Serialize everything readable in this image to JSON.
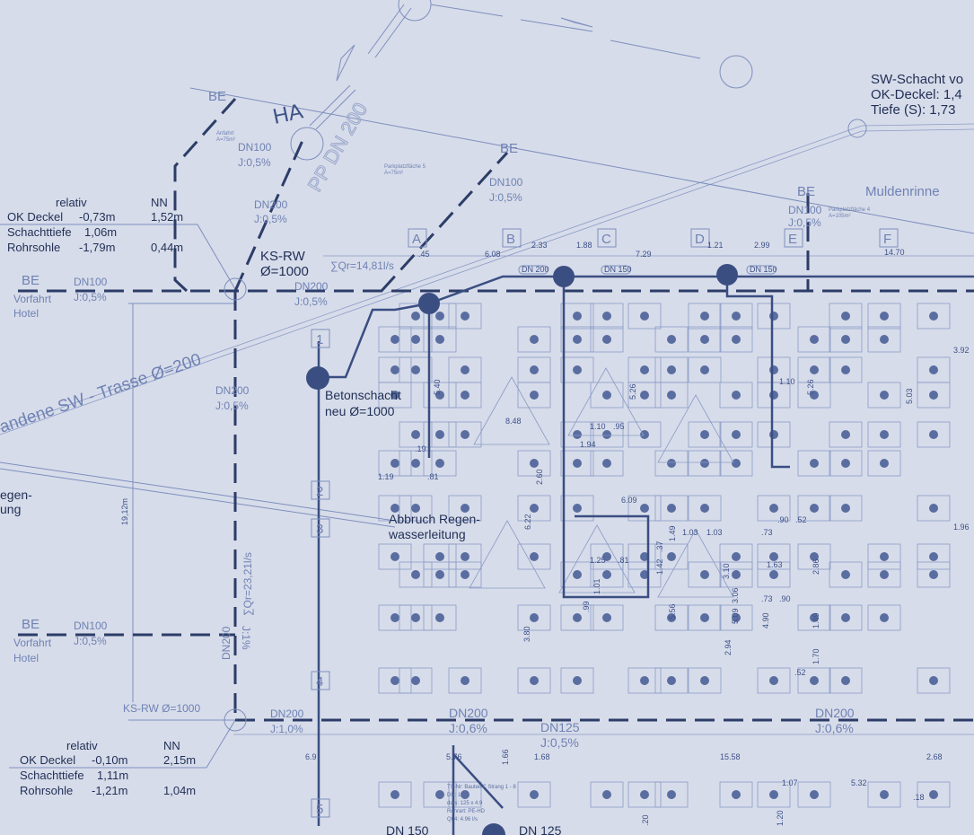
{
  "colors": {
    "background": "#d7dcea",
    "pipe": "#2c3d68",
    "annotation": "#6f82b3",
    "text": "#1f2f55"
  },
  "top_table": {
    "h_rel": "relativ",
    "h_nn": "NN",
    "r1": "OK Deckel",
    "r1v": "-0,73m",
    "r1nn": "1,52m",
    "r2": "Schachttiefe",
    "r2v": "1,06m",
    "r3": "Rohrsohle",
    "r3v": "-1,79m",
    "r3nn": "0,44m"
  },
  "bottom_table": {
    "h_rel": "relativ",
    "h_nn": "NN",
    "r1": "OK Deckel",
    "r1v": "-0,10m",
    "r1nn": "2,15m",
    "r2": "Schachttiefe",
    "r2v": "1,11m",
    "r3": "Rohrsohle",
    "r3v": "-1,21m",
    "r3nn": "1,04m"
  },
  "labels": {
    "ks_rw": "KS-RW",
    "ks_rw_d": "Ø=1000",
    "qr1": "∑Qr=14,81l/s",
    "qr2": "∑Qr=23,21l/s",
    "beton1": "Betonschacht",
    "beton2": "neu Ø=1000",
    "abbruch1": "Abbruch Regen-",
    "abbruch2": "wasserleitung",
    "trasse": "andene SW - Trasse  Ø=200",
    "sw1": "SW-Schacht vo",
    "sw2": "OK-Deckel: 1,4",
    "sw3": "Tiefe (S): 1,73",
    "mulde": "Muldenrinne",
    "ha": "HA",
    "pp": "PP DN 200",
    "regen1": "egen-",
    "regen2": "ung",
    "ksrw_bottom": "KS-RW Ø=1000",
    "len": "19,12m",
    "be": "BE",
    "vorfahrt": "Vorfahrt",
    "hotel": "Hotel",
    "anfahrt": "Anfahrt",
    "anfahrt_a": "A=75m²",
    "park5": "Parkplatzfläche 5",
    "park5_a": "A=75m²",
    "park4": "Parkplatzfläche 4",
    "park4_a": "A=105m²",
    "dn100": "DN100",
    "dn200": "DN200",
    "dn125": "DN125",
    "dn150s": "DN 150",
    "dn125s": "DN 125",
    "dn150b": "DN 150",
    "dn200b": "DN 200",
    "j05": "J:0,5%",
    "j1": "J:1%",
    "j10": "J:1,0%",
    "j06": "J:0,6%",
    "ts1": "TS-Nr: Bauteil C Strang 1 - 8",
    "ts2": "DN: 125",
    "ts3": "da/s: 125 x 4.9",
    "ts4": "Rohrart: PE-HD",
    "ts5": "Qt 4: 4.96 l/s"
  },
  "grid_letters": [
    "A",
    "B",
    "C",
    "D",
    "E",
    "F"
  ],
  "grid_numbers": [
    "1",
    "2",
    "3",
    "4",
    "5"
  ],
  "dims": {
    "d1": "6.08",
    "d2": "2.33",
    "d3": "1.88",
    "d4": "7.29",
    "d5": "1.21",
    "d6": "2.99",
    "d7": "14.70",
    "d8": ".45",
    "d9": "5.40",
    "d10": "8.48",
    "d11": "1.10",
    "d12": ".95",
    "d13": "1.94",
    "d14": "5.26",
    "d15": "1.19",
    "d16": ".81",
    "d17": ".19",
    "d18": "2.60",
    "d19": "6.09",
    "d20": "6.22",
    "d21": "1.25",
    "d22": ".81",
    "d23": "1.01",
    "d24": ".99",
    "d25": "3.80",
    "d26": "1.42",
    "d27": ".37",
    "d28": "1.49",
    "d29": "1.03",
    "d30": "1.03",
    "d31": "3.10",
    "d32": "3.06",
    "d33": "5.09",
    "d34": "5.56",
    "d35": "2.94",
    "d36": "4.90",
    "d37": ".73",
    "d38": ".90",
    "d39": "1.63",
    "d40": ".73",
    "d41": ".90",
    "d42": ".52",
    "d43": "2.86",
    "d44": "1.49",
    "d45": "1.70",
    "d46": ".52",
    "d47": "1.10",
    "d48": "5.26",
    "d49": "3.92",
    "d50": "5.03",
    "d51": "1.96",
    "d52": "6.9",
    "d53": "5.76",
    "d54": "1.68",
    "d55": "15.58",
    "d56": "2.68",
    "d57": "1.66",
    "d58": "5.32",
    "d59": "1.07",
    "d60": ".18",
    "d61": "1.20",
    "d62": ".20"
  }
}
